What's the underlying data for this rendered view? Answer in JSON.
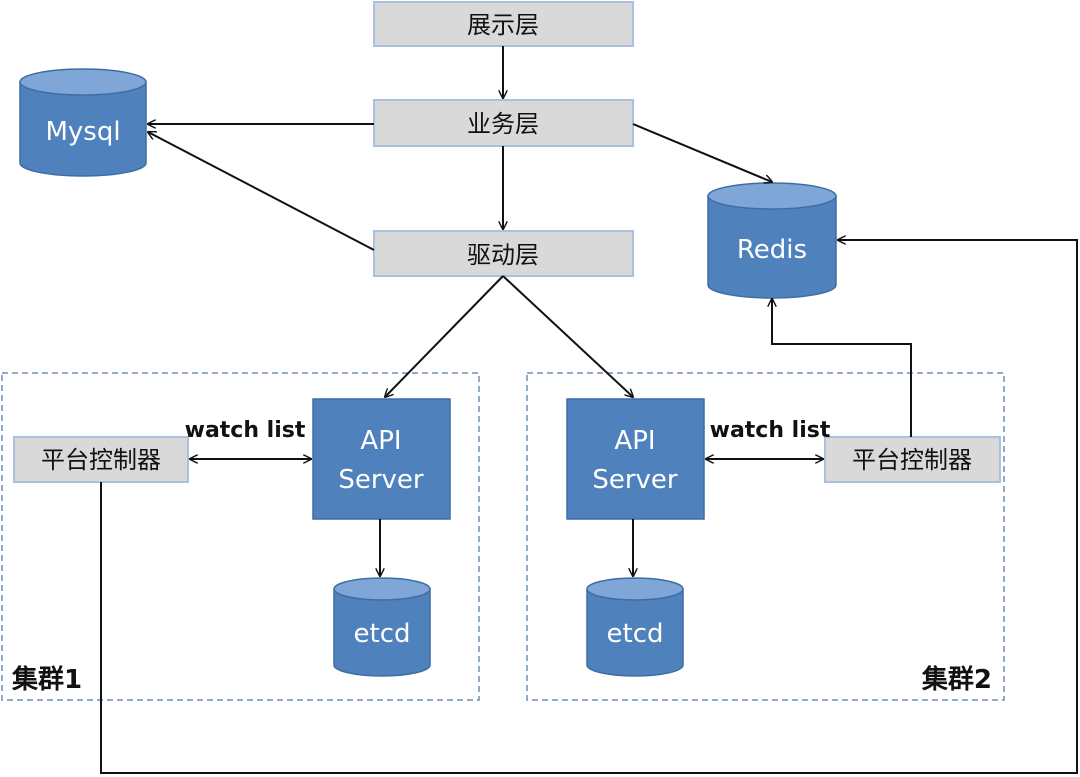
{
  "layers": {
    "presentation": "展示层",
    "business": "业务层",
    "driver": "驱动层"
  },
  "databases": {
    "mysql": "Mysql",
    "redis": "Redis"
  },
  "clusters": [
    {
      "name": "集群1",
      "controller": "平台控制器",
      "api_server_line1": "API",
      "api_server_line2": "Server",
      "etcd": "etcd",
      "edge_label": "watch list"
    },
    {
      "name": "集群2",
      "controller": "平台控制器",
      "api_server_line1": "API",
      "api_server_line2": "Server",
      "etcd": "etcd",
      "edge_label": "watch list"
    }
  ],
  "colors": {
    "layer_box_fill": "#d9d9d9",
    "layer_box_border": "#a9c1de",
    "blue_fill": "#4f81bd",
    "blue_dark": "#3e6da6",
    "cylinder_top": "#7fa6d6",
    "cluster_border": "#6f8fb5",
    "arrow": "#111111"
  }
}
